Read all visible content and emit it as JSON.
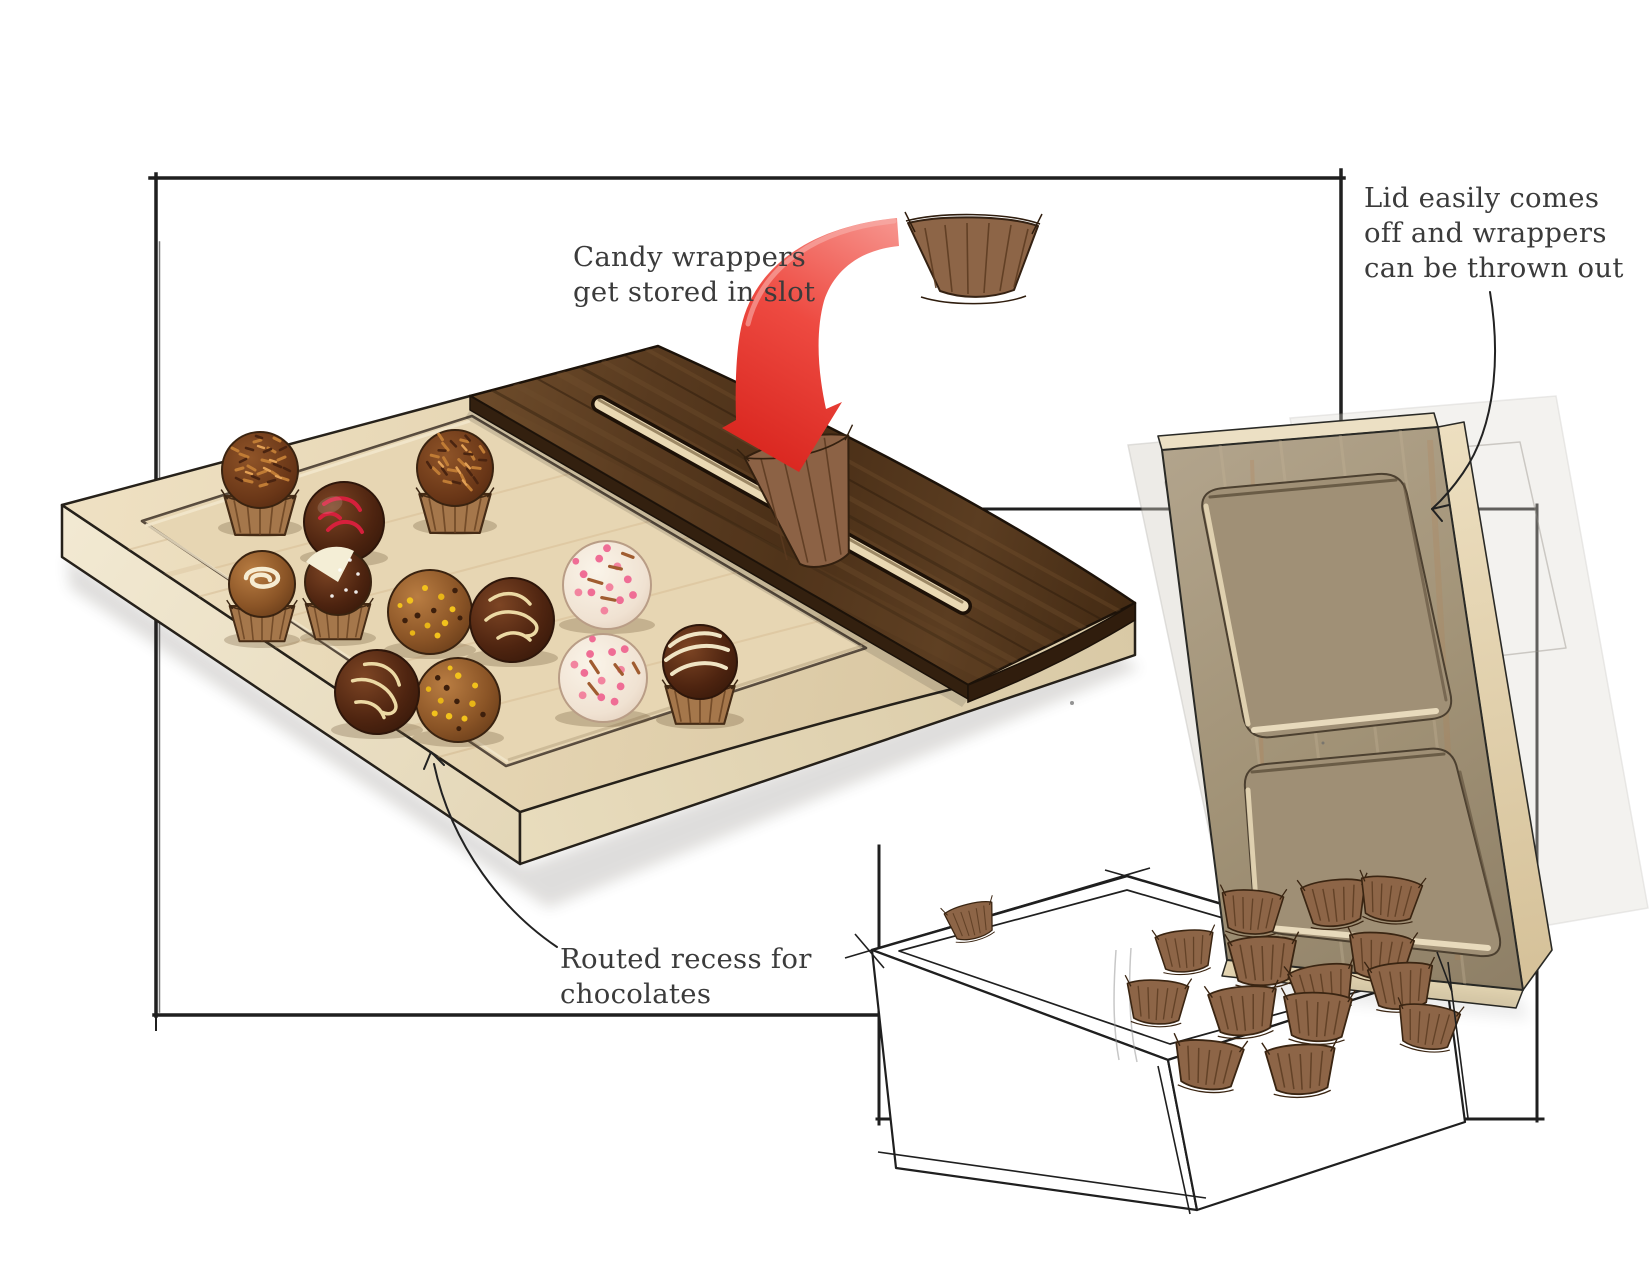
{
  "illustration": {
    "title_visible_text": "",
    "annotations": {
      "slot_label": "Candy wrappers\nget stored in slot",
      "lid_label": "Lid easily comes\noff and wrappers\ncan be thrown out",
      "recess_label": "Routed recess for\nchocolates"
    },
    "colors": {
      "background": "#ffffff",
      "frame_ink": "#1f1f1f",
      "text": "#3b3b3b",
      "arrow_red": "#e63b30",
      "walnut_lid": "#54371c",
      "maple_tray": "#e6d6b4",
      "tray_cream_edge": "#e9dec2",
      "wrapper_brown": "#8d6547",
      "standing_lid_face": "#a29377"
    },
    "counts": {
      "chocolates_on_tray": 12,
      "wrappers_in_bin": 15,
      "lid_slots": 1,
      "lid_recesses": 2
    }
  }
}
